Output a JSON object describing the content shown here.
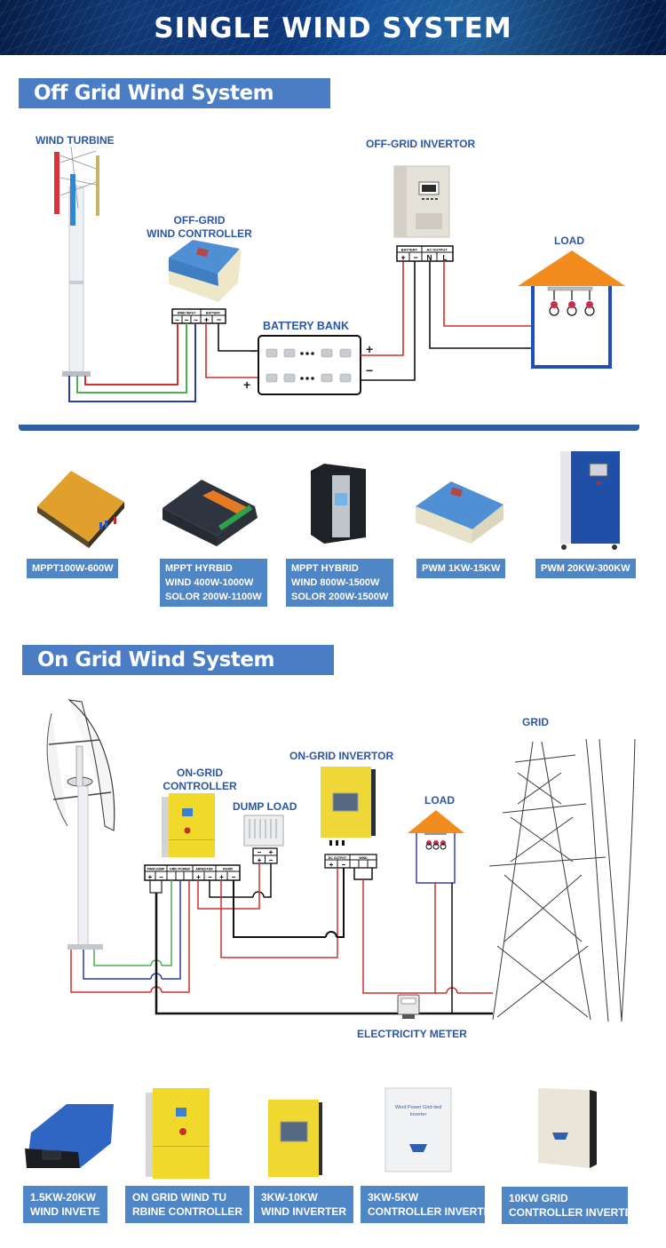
{
  "banner": {
    "title": "SINGLE WIND SYSTEM"
  },
  "off_grid": {
    "header": "Off Grid Wind System",
    "labels": {
      "wind_turbine": "WIND TURBINE",
      "controller_line1": "OFF-GRID",
      "controller_line2": "WIND CONTROLLER",
      "battery_bank": "BATTERY BANK",
      "inverter": "OFF-GRID INVERTOR",
      "load": "LOAD"
    },
    "controller_terminals": {
      "groups": [
        "WIND INPUT",
        "BATTERY"
      ],
      "pins": [
        "~",
        "~",
        "~",
        "+",
        "−"
      ]
    },
    "inverter_terminals": {
      "groups": [
        "BATTERY",
        "AC OUTPUT"
      ],
      "pins": [
        "+",
        "−",
        "N",
        "L"
      ]
    },
    "battery_polarity": {
      "left_top": "−",
      "left_bottom": "+",
      "right_top": "+",
      "right_bottom": "−"
    },
    "products": [
      {
        "lines": [
          "MPPT100W-600W"
        ]
      },
      {
        "lines": [
          "MPPT HYRBID",
          "WIND 400W-1000W",
          "SOLOR 200W-1100W"
        ]
      },
      {
        "lines": [
          "MPPT HYBRID",
          "WIND 800W-1500W",
          "SOLOR 200W-1500W"
        ]
      },
      {
        "lines": [
          "PWM 1KW-15KW"
        ]
      },
      {
        "lines": [
          "PWM 20KW-300KW"
        ]
      }
    ]
  },
  "on_grid": {
    "header": "On Grid Wind System",
    "labels": {
      "controller_line1": "ON-GRID",
      "controller_line2": "CONTROLLER",
      "dump_load": "DUMP LOAD",
      "inverter": "ON-GRID INVERTOR",
      "load": "LOAD",
      "grid": "GRID",
      "meter": "ELECTRICITY METER"
    },
    "controller_terminals": {
      "groups": [
        "PWM DUMP",
        "GRID POWER",
        "ARRESTER",
        "RS485"
      ],
      "pins": [
        "+",
        "−",
        "",
        "",
        "",
        "+",
        "−",
        "+",
        "−"
      ]
    },
    "dump_load_terminals": {
      "top": [
        "−",
        "+"
      ],
      "bottom": [
        "+",
        "−"
      ]
    },
    "inverter_terminals": {
      "groups": [
        "DC OUTPUT",
        "WIND"
      ],
      "pins": [
        "+",
        "−",
        "",
        "",
        ""
      ]
    },
    "products": [
      {
        "lines": [
          "1.5KW-20KW",
          "WIND INVETE"
        ]
      },
      {
        "lines": [
          "ON GRID WIND TU",
          "RBINE CONTROLLER"
        ]
      },
      {
        "lines": [
          "3KW-10KW",
          "WIND INVERTER"
        ]
      },
      {
        "lines": [
          "3KW-5KW",
          "CONTROLLER INVERTE"
        ]
      },
      {
        "lines": [
          "10KW  GRID",
          "CONTROLLER INVERTER"
        ]
      }
    ],
    "product_text": {
      "wall_inverter_label_1": "Wind Power Grid-tied",
      "wall_inverter_label_2": "Inverter"
    }
  },
  "colors": {
    "header_blue": "#4a7dc4",
    "label_blue": "#2c56a6",
    "tag_blue": "#4f86c6",
    "wire_red": "#d32f2f",
    "wire_green": "#4caf50",
    "wire_blue": "#2a3f9e",
    "roof_orange": "#f28c1e"
  }
}
